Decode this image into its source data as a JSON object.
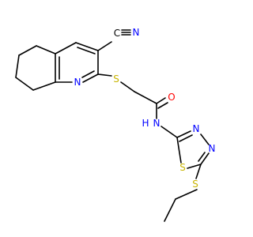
{
  "structure": {
    "atoms": {
      "n_ring": "N",
      "s_thio": "S",
      "o_carbonyl": "O",
      "n_amide": "N",
      "h_amide": "H",
      "n_thiadiazole_1": "N",
      "n_thiadiazole_2": "N",
      "s_thiadiazole": "S",
      "s_ethyl": "S",
      "n_nitrile": "N",
      "c_nitrile": "C"
    },
    "colors": {
      "nitrogen": "#0000ff",
      "sulfur": "#c8b400",
      "oxygen": "#ff0000",
      "carbon": "#000000"
    }
  }
}
